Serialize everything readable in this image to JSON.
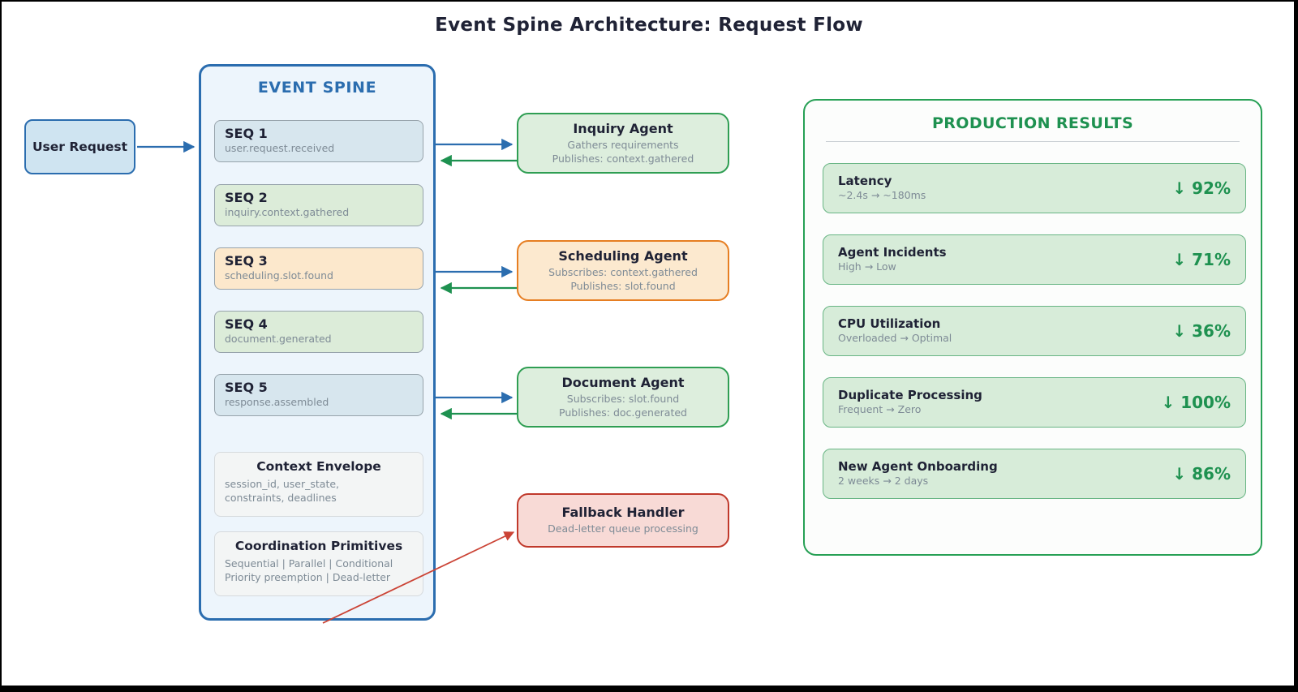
{
  "title": "Event Spine Architecture: Request Flow",
  "user_request": {
    "label": "User Request"
  },
  "event_spine": {
    "title": "EVENT SPINE",
    "sequences": [
      {
        "label": "SEQ 1",
        "event": "user.request.received",
        "color": "blue"
      },
      {
        "label": "SEQ 2",
        "event": "inquiry.context.gathered",
        "color": "green"
      },
      {
        "label": "SEQ 3",
        "event": "scheduling.slot.found",
        "color": "orange"
      },
      {
        "label": "SEQ 4",
        "event": "document.generated",
        "color": "green"
      },
      {
        "label": "SEQ 5",
        "event": "response.assembled",
        "color": "blue"
      }
    ],
    "context_envelope": {
      "title": "Context Envelope",
      "line1": "session_id, user_state,",
      "line2": "constraints, deadlines"
    },
    "coordination_primitives": {
      "title": "Coordination Primitives",
      "line1": "Sequential | Parallel | Conditional",
      "line2": "Priority preemption | Dead-letter"
    }
  },
  "agents": [
    {
      "title": "Inquiry Agent",
      "line1": "Gathers requirements",
      "line2": "Publishes: context.gathered",
      "color": "green"
    },
    {
      "title": "Scheduling Agent",
      "line1": "Subscribes: context.gathered",
      "line2": "Publishes: slot.found",
      "color": "orange"
    },
    {
      "title": "Document Agent",
      "line1": "Subscribes: slot.found",
      "line2": "Publishes: doc.generated",
      "color": "green"
    },
    {
      "title": "Fallback Handler",
      "line1": "Dead-letter queue processing",
      "line2": "",
      "color": "red"
    }
  ],
  "production_results": {
    "title": "PRODUCTION RESULTS",
    "metrics": [
      {
        "name": "Latency",
        "change": "~2.4s → ~180ms",
        "delta": "↓ 92%"
      },
      {
        "name": "Agent Incidents",
        "change": "High → Low",
        "delta": "↓ 71%"
      },
      {
        "name": "CPU Utilization",
        "change": "Overloaded → Optimal",
        "delta": "↓ 36%"
      },
      {
        "name": "Duplicate Processing",
        "change": "Frequent → Zero",
        "delta": "↓ 100%"
      },
      {
        "name": "New Agent Onboarding",
        "change": "2 weeks → 2 days",
        "delta": "↓ 86%"
      }
    ]
  },
  "colors": {
    "blue": "#2b6daf",
    "green_border": "#2f9e53",
    "green_text": "#1e9150",
    "orange": "#e67e22",
    "red": "#c0392b",
    "navy_text": "#1f2235",
    "gray_text": "#7e8b96",
    "spine_fill": "#edf5fc",
    "metric_fill": "#d7ecd9"
  }
}
